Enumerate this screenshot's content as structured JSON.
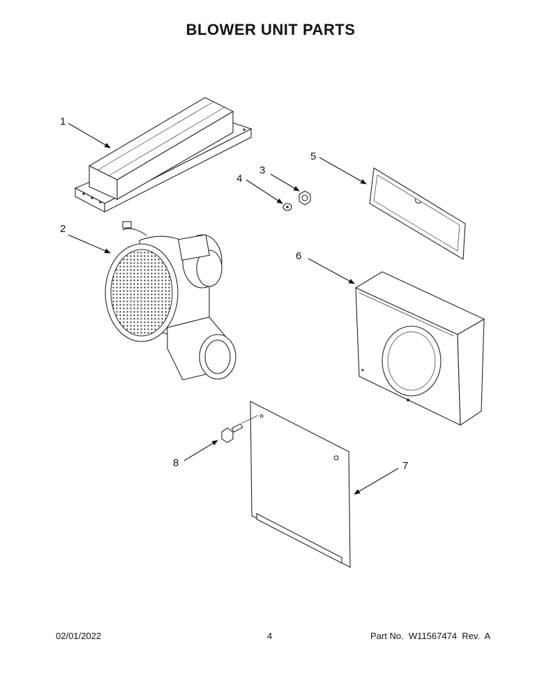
{
  "title": "BLOWER UNIT PARTS",
  "callouts": [
    "1",
    "2",
    "3",
    "4",
    "5",
    "6",
    "7",
    "8"
  ],
  "footer": {
    "date": "02/01/2022",
    "page": "4",
    "part_no": "Part No.  W11567474  Rev.  A"
  }
}
